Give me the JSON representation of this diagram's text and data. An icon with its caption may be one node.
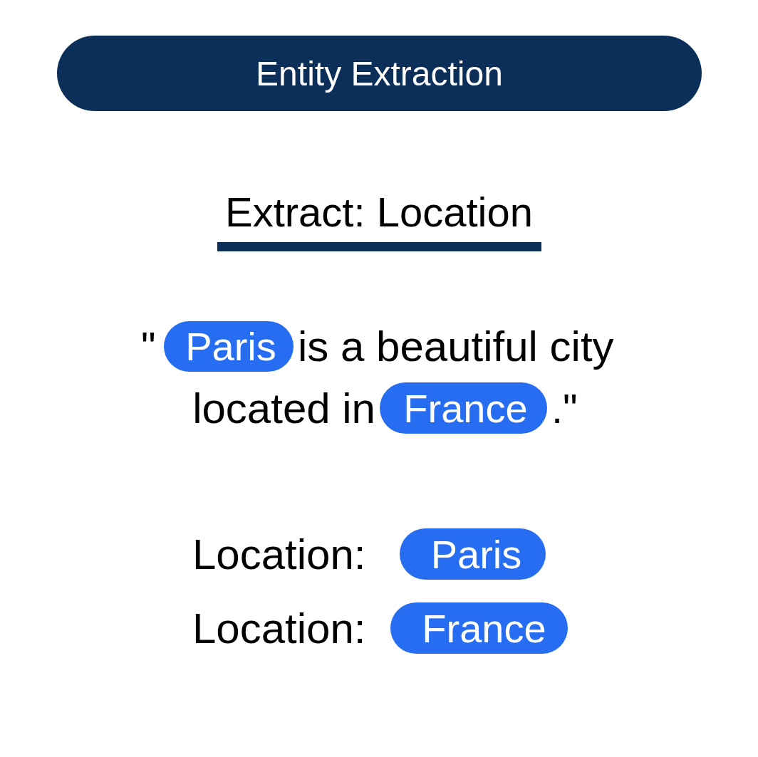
{
  "diagram": {
    "title": "Entity Extraction",
    "nodes": [
      {
        "text": [
          "Paris"
        ]
      },
      {
        "text": [
          "France"
        ]
      },
      {
        "text": [
          "Paris"
        ]
      },
      {
        "text": [
          "France"
        ]
      }
    ],
    "labels": [
      "Extract: Location",
      "\"",
      "is a beautiful city",
      "located in",
      ".\"",
      "Location:",
      "Location:"
    ]
  }
}
